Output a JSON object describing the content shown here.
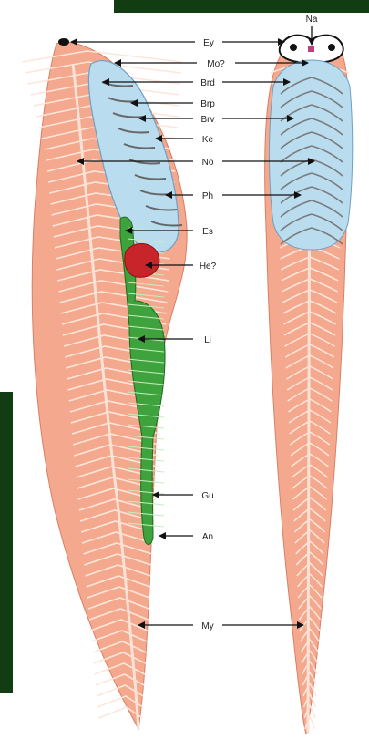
{
  "figure": {
    "top_label": "Na",
    "labels": {
      "ey": "Ey",
      "mo": "Mo?",
      "brd": "Brd",
      "brp": "Brp",
      "brv": "Brv",
      "ke": "Ke",
      "no": "No",
      "ph": "Ph",
      "es": "Es",
      "he": "He?",
      "li": "Li",
      "gu": "Gu",
      "an": "An",
      "my": "My"
    }
  },
  "colors": {
    "muscle": "#f4a98e",
    "muscle_light": "#fbd3c1",
    "pharynx": "#b9dcef",
    "pharynx_edge": "#6f9fc4",
    "gut": "#3ea33c",
    "gut_edge": "#1d6a1e",
    "heart": "#c8252b",
    "nasal": "#c0407e",
    "frame": "#123d12"
  }
}
